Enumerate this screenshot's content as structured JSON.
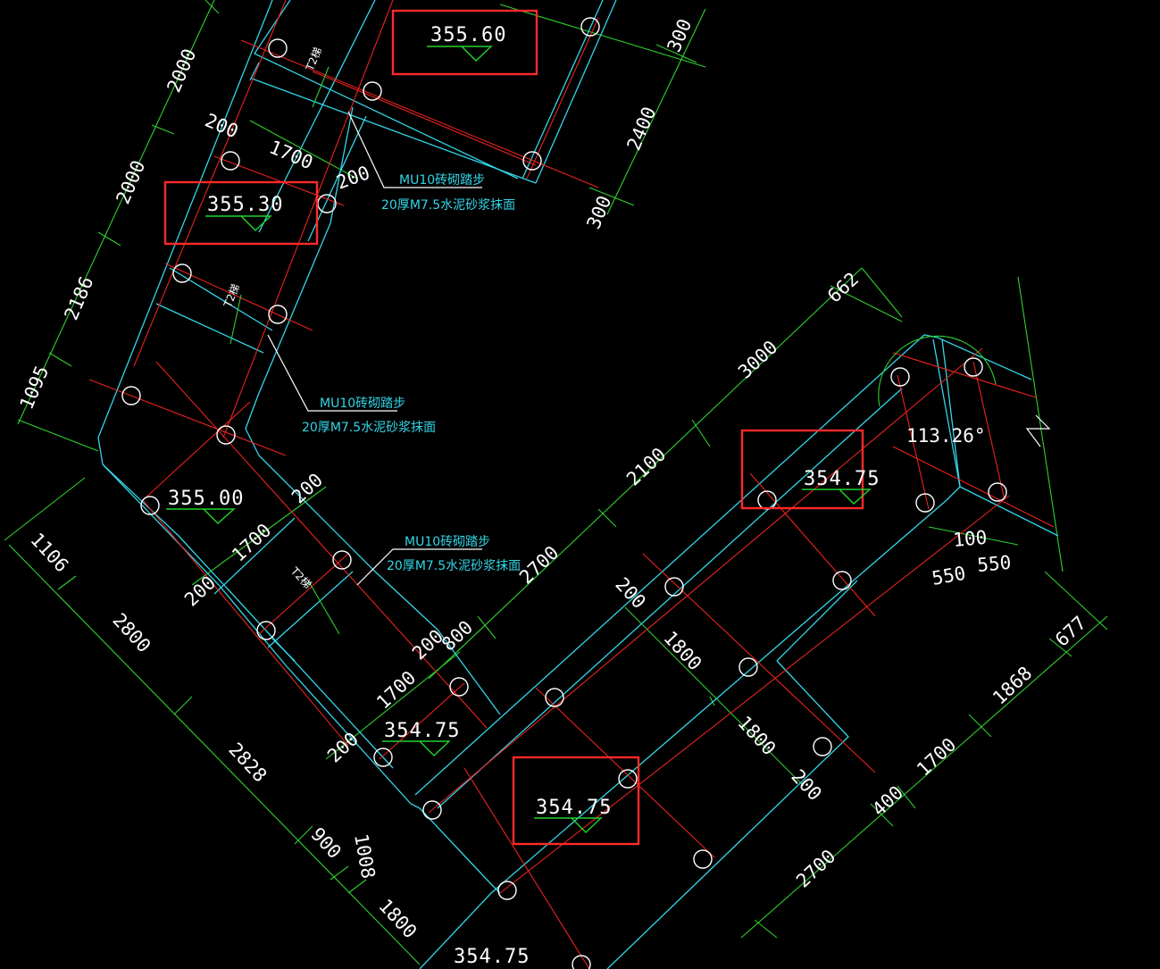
{
  "elevations": {
    "e1": "355.60",
    "e2": "355.30",
    "e3": "355.00",
    "e4": "354.75",
    "e5": "354.75",
    "e6": "354.75",
    "e7": "354.75"
  },
  "notes": {
    "n1_line1": "MU10砖砌踏步",
    "n1_line2": "20厚M7.5水泥砂浆抹面",
    "n2_line1": "MU10砖砌踏步",
    "n2_line2": "20厚M7.5水泥砂浆抹面",
    "n3_line1": "MU10砖砌踏步",
    "n3_line2": "20厚M7.5水泥砂浆抹面"
  },
  "stair_labels": {
    "s1": "T2梯",
    "s2": "T2梯",
    "s3": "T2梯"
  },
  "angle": "113.26°",
  "dims": {
    "d2000a": "2000",
    "d2000b": "2000",
    "d2186": "2186",
    "d1095": "1095",
    "d200a": "200",
    "d1700a": "1700",
    "d200b": "200",
    "d300a": "300",
    "d2400": "2400",
    "d300b": "300",
    "d662": "662",
    "d3000": "3000",
    "d2100": "2100",
    "d2700a": "2700",
    "d800": "800",
    "d200c": "200",
    "d1700b": "1700",
    "d200d": "200",
    "d200e": "200",
    "d1700c": "1700",
    "d200f": "200",
    "d1106": "1106",
    "d2800": "2800",
    "d2828": "2828",
    "d900": "900",
    "d1008": "1008",
    "d1800a": "1800",
    "d200g": "200",
    "d1800b": "1800",
    "d1800c": "1800",
    "d200h": "200",
    "d100": "100",
    "d550a": "550",
    "d550b": "550",
    "d677": "677",
    "d1868": "1868",
    "d1700d": "1700",
    "d400": "400",
    "d2700b": "2700"
  }
}
